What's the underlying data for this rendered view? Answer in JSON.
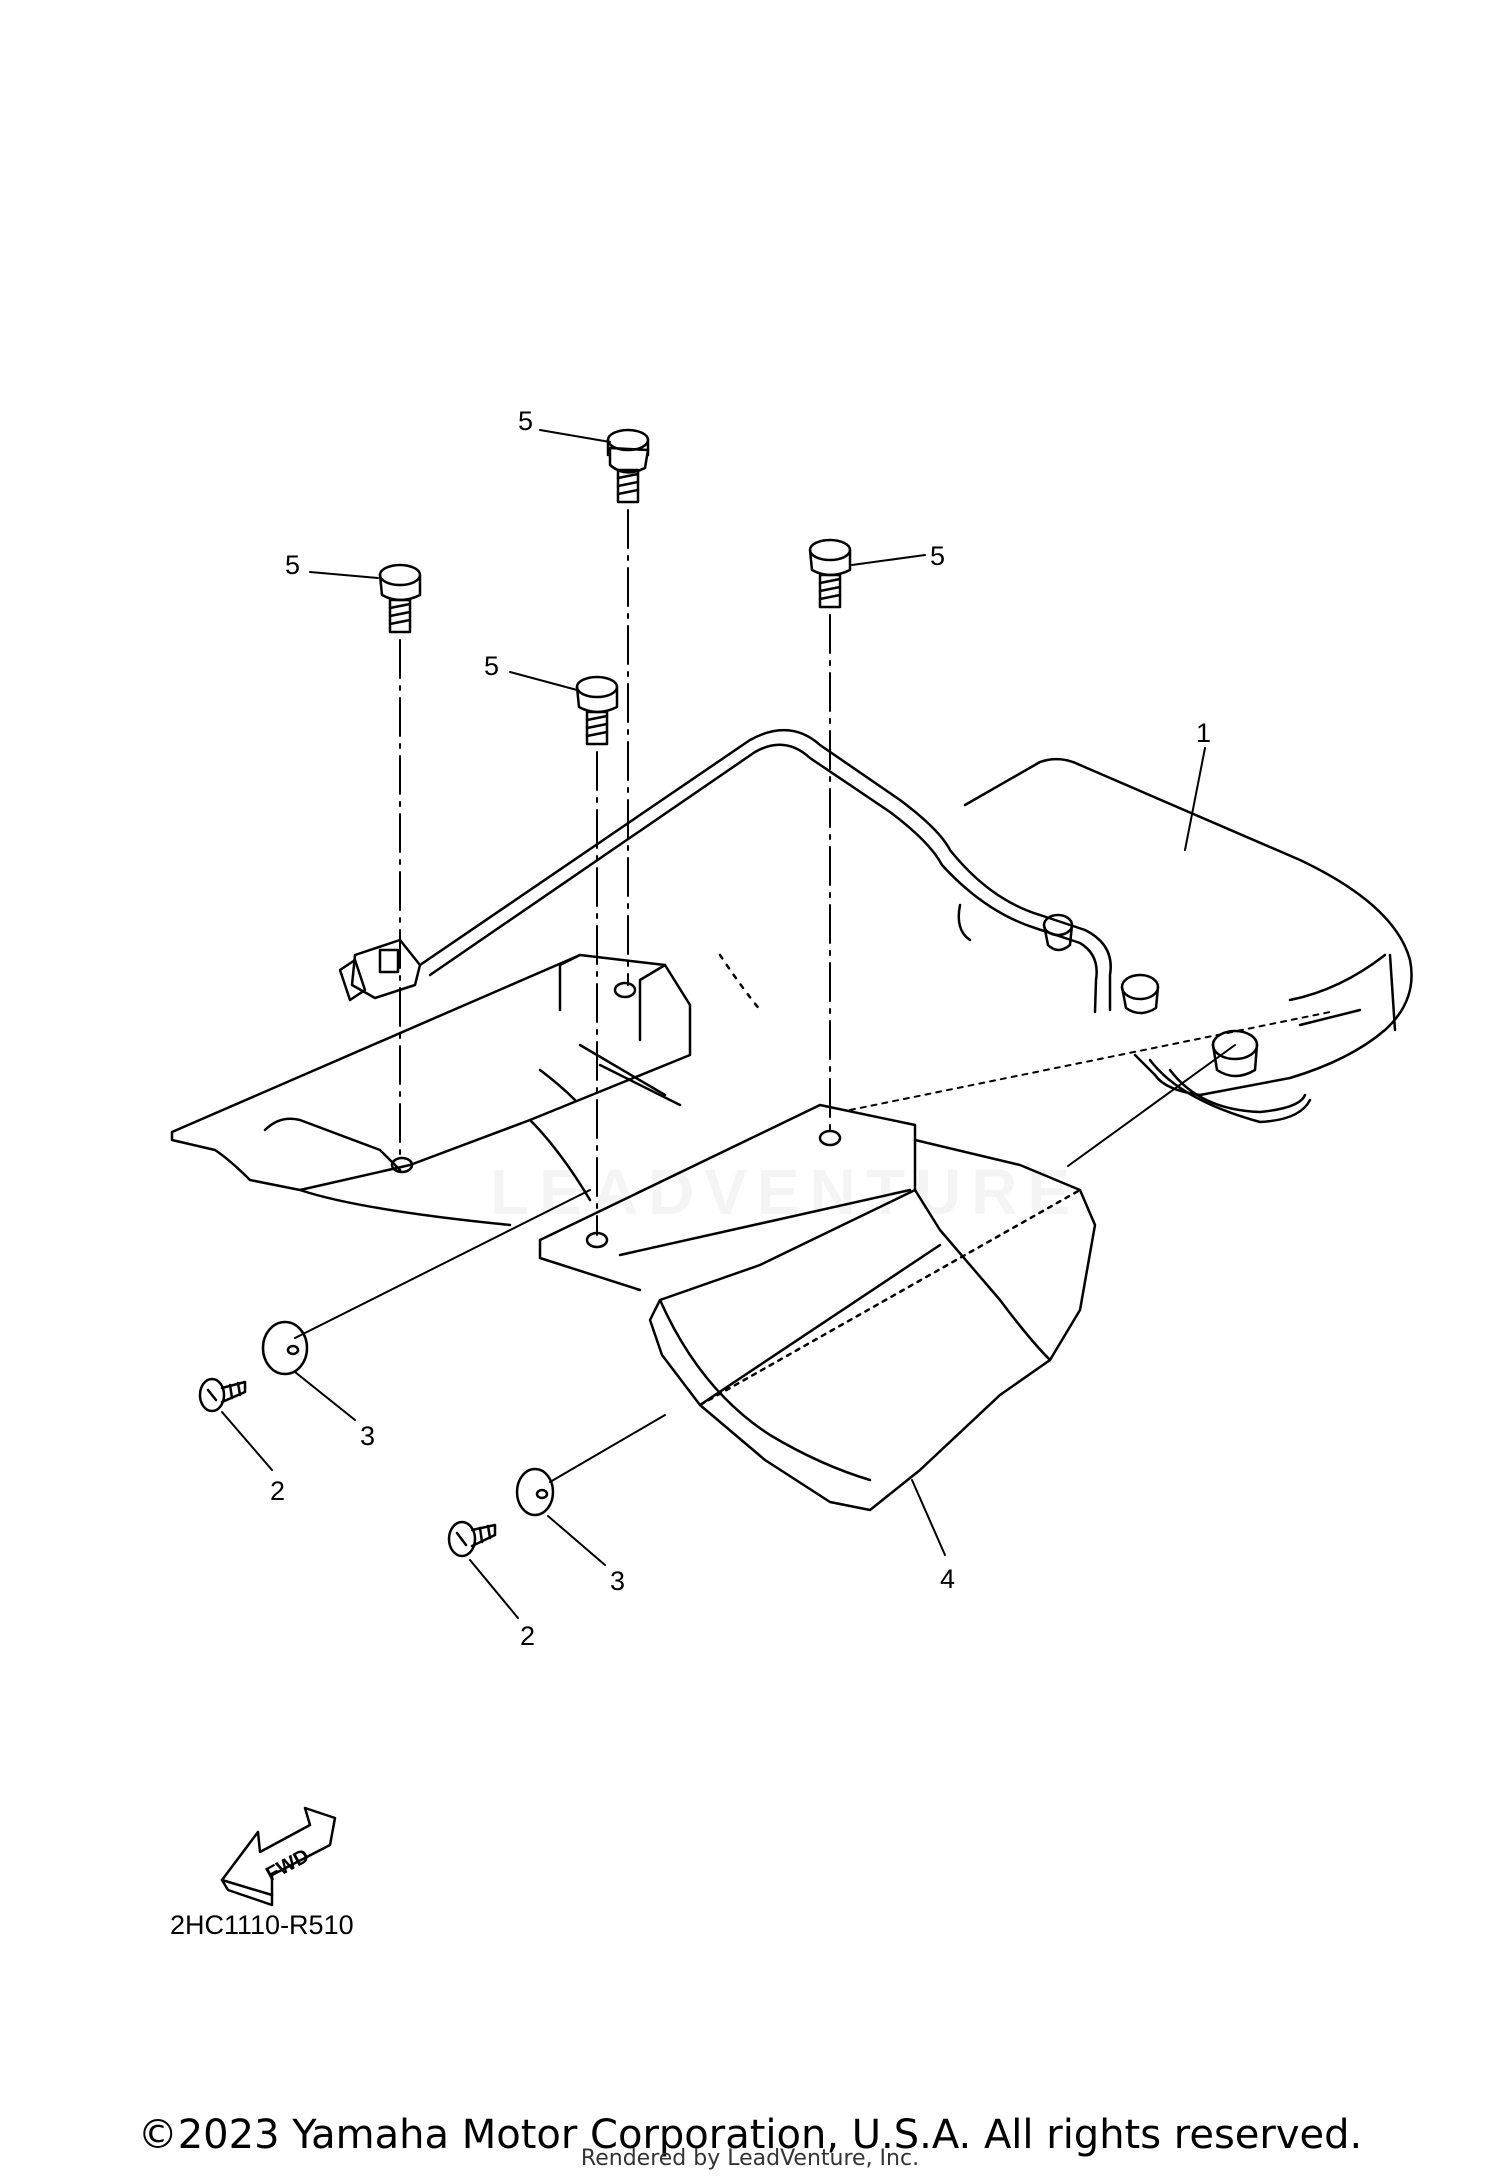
{
  "callouts": {
    "part_1": "1",
    "part_2a": "2",
    "part_2b": "2",
    "part_3a": "3",
    "part_3b": "3",
    "part_4": "4",
    "part_5a": "5",
    "part_5b": "5",
    "part_5c": "5",
    "part_5d": "5"
  },
  "fwd_label": "FWD",
  "diagram_code": "2HC1110-R510",
  "copyright": "©2023 Yamaha Motor Corporation, U.S.A. All rights reserved.",
  "rendered_by": "Rendered by LeadVenture, Inc.",
  "watermark": "LEADVENTURE"
}
